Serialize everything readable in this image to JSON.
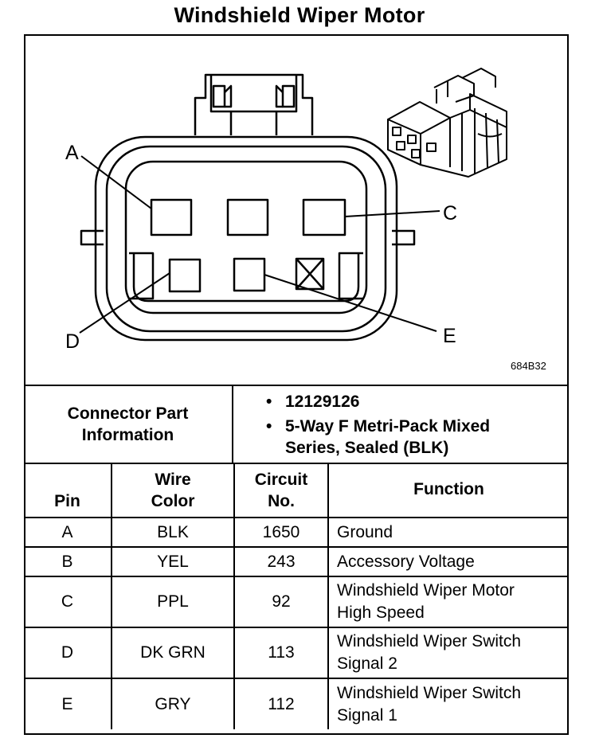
{
  "title": "Windshield Wiper Motor",
  "figure_id": "684B32",
  "callouts": {
    "a": "A",
    "c": "C",
    "d": "D",
    "e": "E"
  },
  "connector_info": {
    "label_line1": "Connector Part",
    "label_line2": "Information",
    "items": [
      {
        "line1": "12129126",
        "line2": ""
      },
      {
        "line1": "5-Way F Metri-Pack Mixed",
        "line2": "Series, Sealed (BLK)"
      }
    ]
  },
  "table": {
    "headers": {
      "pin": "Pin",
      "wire_line1": "Wire",
      "wire_line2": "Color",
      "circuit_line1": "Circuit",
      "circuit_line2": "No.",
      "function": "Function"
    },
    "rows": [
      {
        "pin": "A",
        "wire": "BLK",
        "circuit": "1650",
        "fn1": "Ground",
        "fn2": ""
      },
      {
        "pin": "B",
        "wire": "YEL",
        "circuit": "243",
        "fn1": "Accessory Voltage",
        "fn2": ""
      },
      {
        "pin": "C",
        "wire": "PPL",
        "circuit": "92",
        "fn1": "Windshield Wiper Motor",
        "fn2": "High Speed"
      },
      {
        "pin": "D",
        "wire": "DK GRN",
        "circuit": "113",
        "fn1": "Windshield Wiper Switch",
        "fn2": "Signal 2"
      },
      {
        "pin": "E",
        "wire": "GRY",
        "circuit": "112",
        "fn1": "Windshield Wiper Switch",
        "fn2": "Signal 1"
      }
    ]
  }
}
